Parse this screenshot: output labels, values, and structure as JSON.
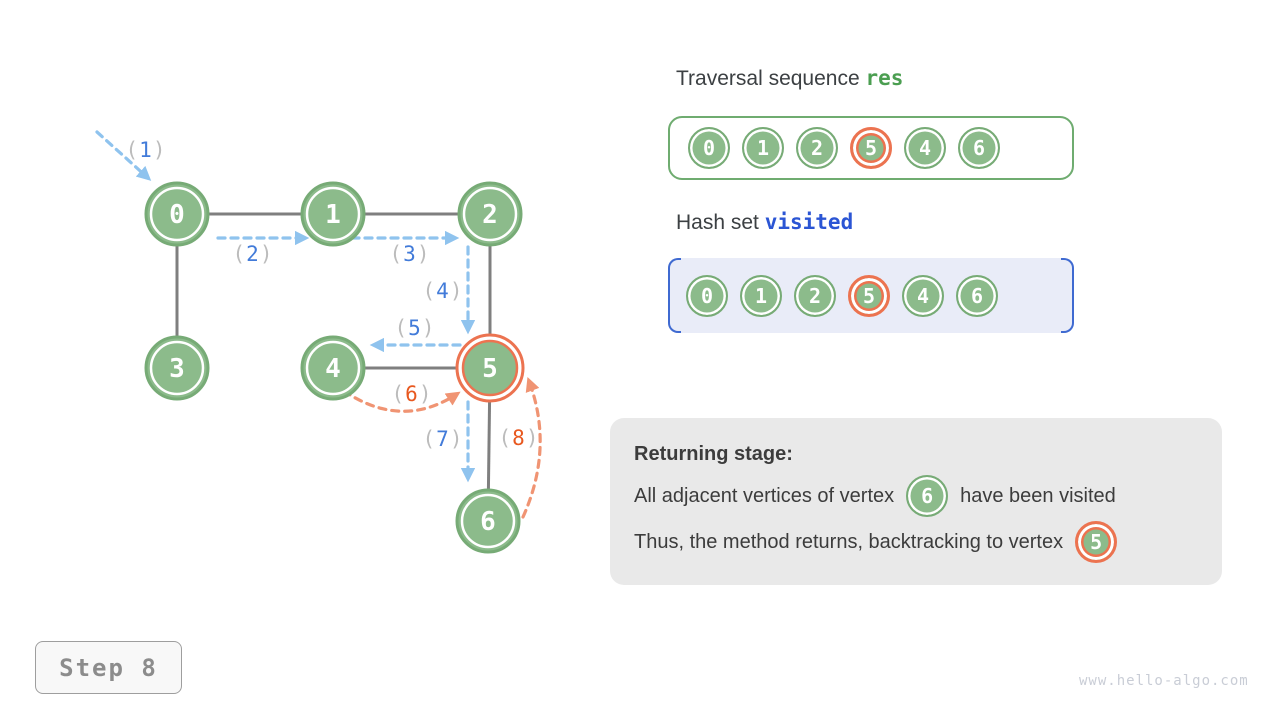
{
  "colors": {
    "vertex_green": "#8cbb8b",
    "vertex_border_green": "#77ab76",
    "highlight_orange": "#ec7350",
    "edge_gray": "#7f7f7f",
    "arrow_blue": "#8fc3ee",
    "arrow_orange": "#f09473",
    "step_num_blue": "#427bd9",
    "step_num_orange": "#e8581f",
    "paren_gray": "#bcbcbc",
    "res_code_green": "#4b9e51",
    "visited_code_blue": "#2b55d4",
    "bracket_blue": "#3f6ad1",
    "visited_box_bg": "#e9ecf8",
    "info_panel_bg": "#e9e9e9"
  },
  "graph": {
    "paren_open": "(",
    "paren_close": ")",
    "vertices": [
      {
        "label": "0",
        "highlighted": false
      },
      {
        "label": "1",
        "highlighted": false
      },
      {
        "label": "2",
        "highlighted": false
      },
      {
        "label": "3",
        "highlighted": false
      },
      {
        "label": "4",
        "highlighted": false
      },
      {
        "label": "5",
        "highlighted": true
      },
      {
        "label": "6",
        "highlighted": false
      }
    ],
    "edges": [
      "0-1",
      "1-2",
      "0-3",
      "2-5",
      "4-5",
      "5-6"
    ],
    "steps": [
      {
        "num": "1",
        "color": "blue"
      },
      {
        "num": "2",
        "color": "blue"
      },
      {
        "num": "3",
        "color": "blue"
      },
      {
        "num": "4",
        "color": "blue"
      },
      {
        "num": "5",
        "color": "blue"
      },
      {
        "num": "6",
        "color": "orange"
      },
      {
        "num": "7",
        "color": "blue"
      },
      {
        "num": "8",
        "color": "orange"
      }
    ]
  },
  "res_panel": {
    "title": "Traversal sequence",
    "code": "res",
    "items": [
      "0",
      "1",
      "2",
      "5",
      "4",
      "6"
    ],
    "highlighted_value": "5"
  },
  "visited_panel": {
    "title": "Hash set",
    "code": "visited",
    "items": [
      "0",
      "1",
      "2",
      "5",
      "4",
      "6"
    ],
    "highlighted_value": "5"
  },
  "info_panel": {
    "heading": "Returning stage:",
    "line1_before": "All adjacent vertices of vertex",
    "line1_vertex": "6",
    "line1_after": "have been visited",
    "line2_before": "Thus, the method returns, backtracking to vertex",
    "line2_vertex": "5"
  },
  "step_badge": "Step 8",
  "watermark": "www.hello-algo.com"
}
